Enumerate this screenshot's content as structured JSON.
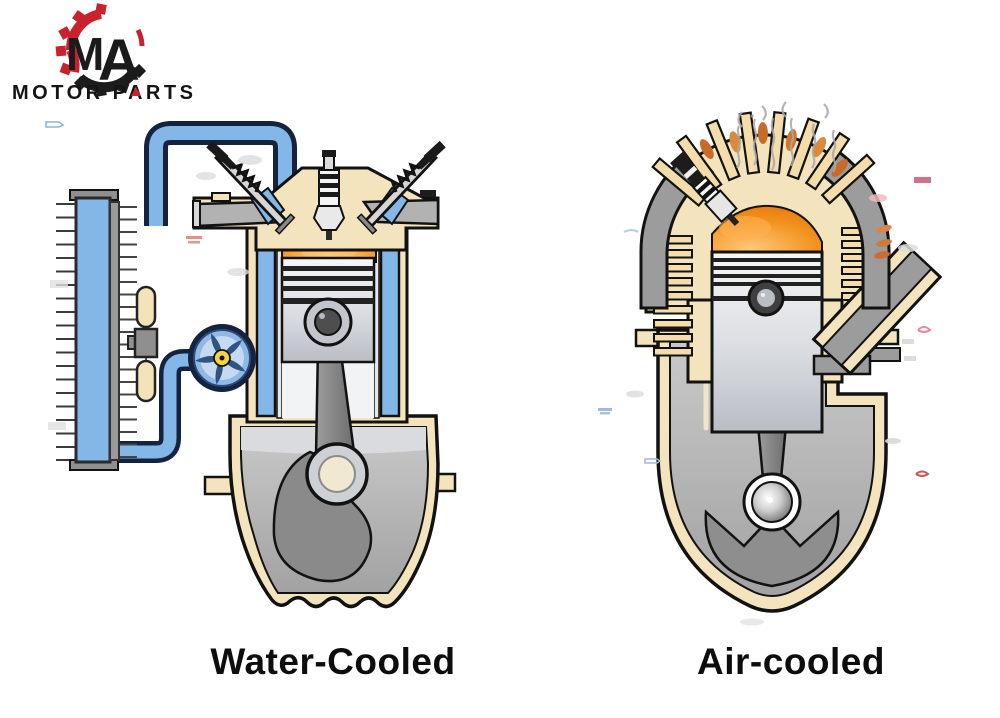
{
  "logo": {
    "brand": "MOTOR PARTS"
  },
  "captions": {
    "left": "Water-Cooled",
    "right": "Air-cooled"
  },
  "colors": {
    "background": "#ffffff",
    "brand_red": "#c8222e",
    "brand_black": "#1b1b1b",
    "coolant_blue": "#82b7e8",
    "pipe_outline": "#16233f",
    "engine_cream": "#f4e4bd",
    "fin_cream": "#f5ddab",
    "metal_gray": "#b2b2b2",
    "dome_gray": "#9c9c9c",
    "combustion_orange": "#f08200",
    "pump_yellow": "#f2d53e",
    "outline_black": "#121212",
    "caption_text": "#0d0d0d"
  }
}
